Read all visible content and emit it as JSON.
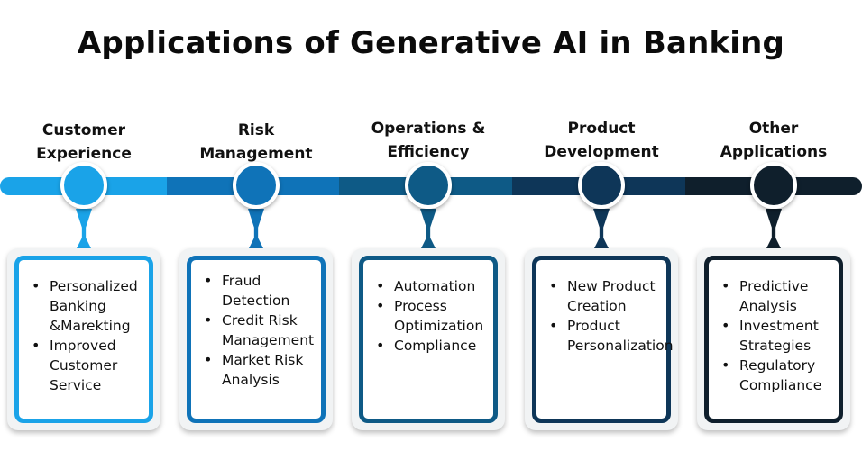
{
  "title": "Applications of Generative AI in Banking",
  "colors": {
    "c1": "#1aa3e8",
    "c2": "#0f73b8",
    "c3": "#0e5a86",
    "c4": "#0e3658",
    "c5": "#0f1f2c"
  },
  "columns": [
    {
      "heading": [
        "Customer",
        "Experience"
      ],
      "items": [
        "Personalized Banking &Marekting",
        " Improved Customer Service"
      ]
    },
    {
      "heading": [
        "Risk",
        "Management"
      ],
      "items": [
        "Fraud Detection",
        "Credit Risk Management",
        "Market Risk Analysis"
      ]
    },
    {
      "heading": [
        "Operations &",
        "Efficiency"
      ],
      "items": [
        "Automation",
        "Process Optimization",
        "Compliance"
      ]
    },
    {
      "heading": [
        "Product",
        "Development"
      ],
      "items": [
        "New Product Creation",
        "Product Personalization"
      ]
    },
    {
      "heading": [
        "Other",
        "Applications"
      ],
      "items": [
        "Predictive Analysis",
        "Investment Strategies",
        "Regulatory Compliance"
      ]
    }
  ]
}
